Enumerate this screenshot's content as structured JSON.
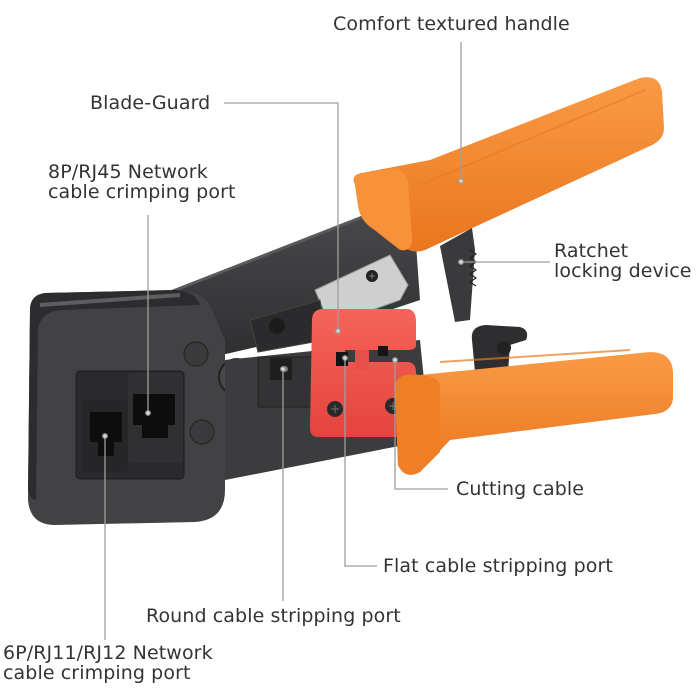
{
  "figure": {
    "subject": "RJ45 crimping tool",
    "colors": {
      "handle_orange": "#F5872E",
      "blade_guard_red": "#F0524A",
      "body_dark": "#3A3A3C",
      "blade_silver": "#C8C8C8",
      "leader_line": "#9E9E9E",
      "text": "#333333",
      "background": "#FFFFFF"
    }
  },
  "labels": {
    "comfort_handle": "Comfort textured handle",
    "blade_guard": "Blade-Guard",
    "rj45_port": {
      "line1": "8P/RJ45 Network",
      "line2": "cable crimping port"
    },
    "ratchet": {
      "line1": "Ratchet",
      "line2": "locking device"
    },
    "cutting_cable": "Cutting cable",
    "flat_cable_port": "Flat cable stripping port",
    "round_cable_port": "Round cable stripping port",
    "rj11_port": {
      "line1": "6P/RJ11/RJ12 Network",
      "line2": "cable crimping port"
    }
  }
}
